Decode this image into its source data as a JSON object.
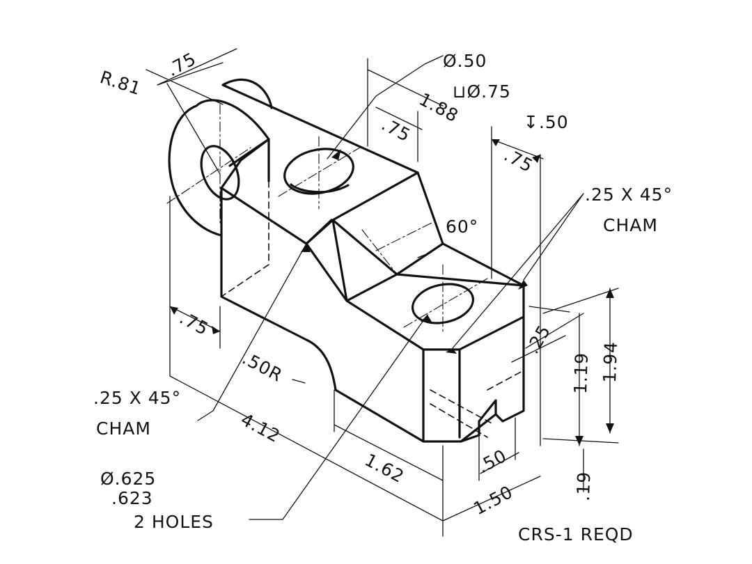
{
  "drawing": {
    "dims": {
      "r81": "R.81",
      "top_75": ".75",
      "dia_50": "Ø.50",
      "cbore": "⊔Ø.75",
      "len_188": "1.88",
      "hole_75": ".75",
      "depth": "↧.50",
      "right_75": ".75",
      "angle": "60°",
      "left_75": ".75",
      "r50": ".50R",
      "len_412": "4.12",
      "len_162": "1.62",
      "slot_25": ".25",
      "h_119": "1.19",
      "h_194": "1.94",
      "slot_50": ".50",
      "w_150": "1.50",
      "h_19": ".19"
    },
    "notes": {
      "cham_right_1": ".25 X 45°",
      "cham_right_2": "CHAM",
      "cham_left_1": ".25 X 45°",
      "cham_left_2": "CHAM",
      "holes_1": "Ø.625",
      "holes_2": ".623",
      "holes_3": "2 HOLES",
      "reqd": "CRS-1 REQD"
    }
  }
}
